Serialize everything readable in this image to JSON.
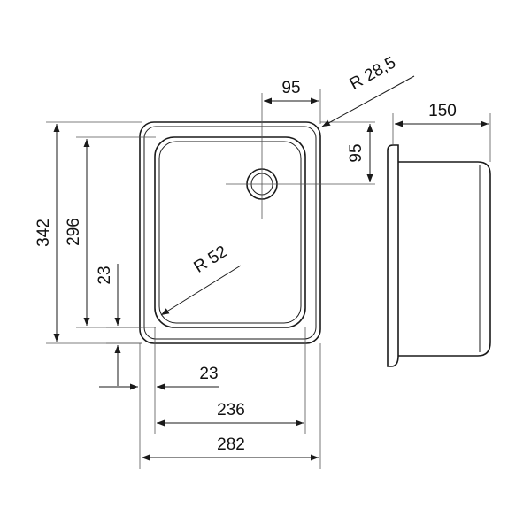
{
  "drawing": {
    "dimensions": {
      "overall_height": "342",
      "inner_height": "296",
      "bottom_offset_left": "23",
      "bottom_offset_horizontal": "23",
      "inner_width": "236",
      "overall_width": "282",
      "drain_x_offset": "95",
      "drain_y_offset": "95",
      "depth": "150",
      "inner_radius": "R 52",
      "outer_radius": "R 28,5"
    }
  }
}
